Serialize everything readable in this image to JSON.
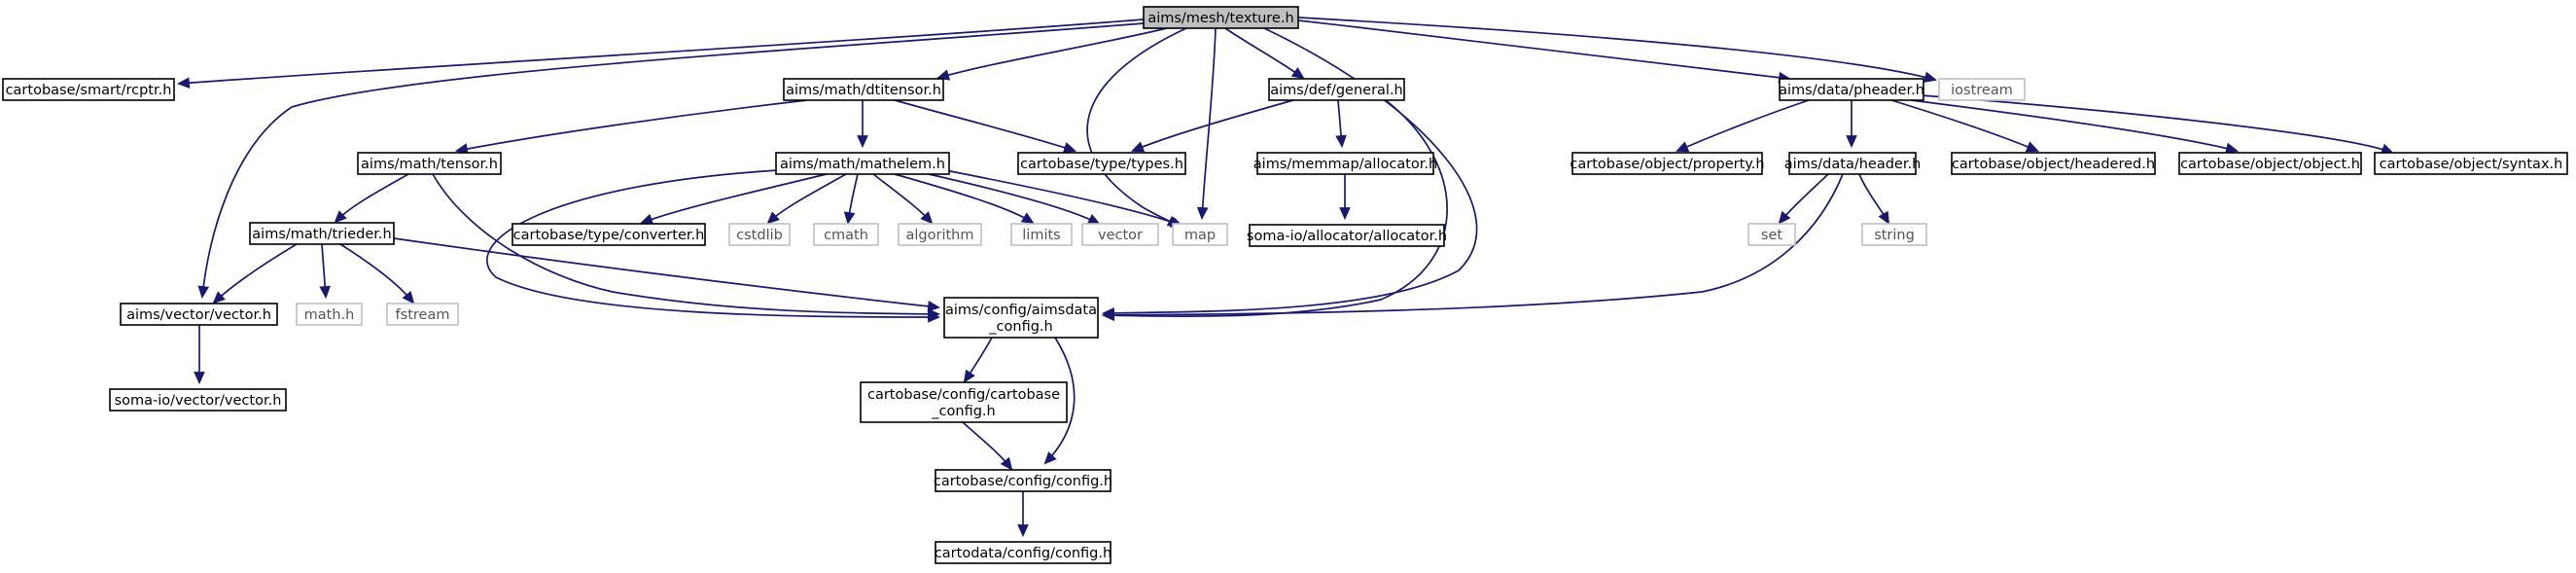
{
  "colors": {
    "edge": "#191970",
    "node_border": "#000000",
    "node_border_external": "#bfbfbf",
    "node_fill_root": "#bfbfbf",
    "node_text": "#000000",
    "node_text_external": "#555555"
  },
  "nodes": [
    {
      "id": "root",
      "lines": [
        "aims/mesh/texture.h"
      ],
      "style": "root"
    },
    {
      "id": "rcptr",
      "lines": [
        "cartobase/smart/rcptr.h"
      ],
      "style": "normal"
    },
    {
      "id": "dtitensor",
      "lines": [
        "aims/math/dtitensor.h"
      ],
      "style": "normal"
    },
    {
      "id": "general",
      "lines": [
        "aims/def/general.h"
      ],
      "style": "normal"
    },
    {
      "id": "pheader",
      "lines": [
        "aims/data/pheader.h"
      ],
      "style": "normal"
    },
    {
      "id": "iostream",
      "lines": [
        "iostream"
      ],
      "style": "external"
    },
    {
      "id": "tensor",
      "lines": [
        "aims/math/tensor.h"
      ],
      "style": "normal"
    },
    {
      "id": "mathelem",
      "lines": [
        "aims/math/mathelem.h"
      ],
      "style": "normal"
    },
    {
      "id": "types",
      "lines": [
        "cartobase/type/types.h"
      ],
      "style": "normal"
    },
    {
      "id": "allocator",
      "lines": [
        "aims/memmap/allocator.h"
      ],
      "style": "normal"
    },
    {
      "id": "property",
      "lines": [
        "cartobase/object/property.h"
      ],
      "style": "normal"
    },
    {
      "id": "header",
      "lines": [
        "aims/data/header.h"
      ],
      "style": "normal"
    },
    {
      "id": "headered",
      "lines": [
        "cartobase/object/headered.h"
      ],
      "style": "normal"
    },
    {
      "id": "object",
      "lines": [
        "cartobase/object/object.h"
      ],
      "style": "normal"
    },
    {
      "id": "syntax",
      "lines": [
        "cartobase/object/syntax.h"
      ],
      "style": "normal"
    },
    {
      "id": "trieder",
      "lines": [
        "aims/math/trieder.h"
      ],
      "style": "normal"
    },
    {
      "id": "converter",
      "lines": [
        "cartobase/type/converter.h"
      ],
      "style": "normal"
    },
    {
      "id": "cstdlib",
      "lines": [
        "cstdlib"
      ],
      "style": "external"
    },
    {
      "id": "cmath",
      "lines": [
        "cmath"
      ],
      "style": "external"
    },
    {
      "id": "algorithm",
      "lines": [
        "algorithm"
      ],
      "style": "external"
    },
    {
      "id": "limits",
      "lines": [
        "limits"
      ],
      "style": "external"
    },
    {
      "id": "vector",
      "lines": [
        "vector"
      ],
      "style": "external"
    },
    {
      "id": "map",
      "lines": [
        "map"
      ],
      "style": "external"
    },
    {
      "id": "somaalloc",
      "lines": [
        "soma-io/allocator/allocator.h"
      ],
      "style": "normal"
    },
    {
      "id": "set",
      "lines": [
        "set"
      ],
      "style": "external"
    },
    {
      "id": "string",
      "lines": [
        "string"
      ],
      "style": "external"
    },
    {
      "id": "aimsvector",
      "lines": [
        "aims/vector/vector.h"
      ],
      "style": "normal"
    },
    {
      "id": "mathh",
      "lines": [
        "math.h"
      ],
      "style": "external"
    },
    {
      "id": "fstream",
      "lines": [
        "fstream"
      ],
      "style": "external"
    },
    {
      "id": "aimsdata",
      "lines": [
        "aims/config/aimsdata",
        "_config.h"
      ],
      "style": "normal"
    },
    {
      "id": "somavector",
      "lines": [
        "soma-io/vector/vector.h"
      ],
      "style": "normal"
    },
    {
      "id": "cartobasecfg",
      "lines": [
        "cartobase/config/cartobase",
        "_config.h"
      ],
      "style": "normal"
    },
    {
      "id": "config",
      "lines": [
        "cartobase/config/config.h"
      ],
      "style": "normal"
    },
    {
      "id": "cartodata",
      "lines": [
        "cartodata/config/config.h"
      ],
      "style": "normal"
    }
  ],
  "edges": [
    {
      "from": "root",
      "to": "rcptr"
    },
    {
      "from": "root",
      "to": "dtitensor"
    },
    {
      "from": "root",
      "to": "general"
    },
    {
      "from": "root",
      "to": "pheader"
    },
    {
      "from": "root",
      "to": "iostream"
    },
    {
      "from": "root",
      "to": "aimsvector"
    },
    {
      "from": "root",
      "to": "map"
    },
    {
      "from": "root",
      "to": "vector"
    },
    {
      "from": "root",
      "to": "aimsdata"
    },
    {
      "from": "dtitensor",
      "to": "tensor"
    },
    {
      "from": "dtitensor",
      "to": "mathelem"
    },
    {
      "from": "dtitensor",
      "to": "types"
    },
    {
      "from": "general",
      "to": "types"
    },
    {
      "from": "general",
      "to": "allocator"
    },
    {
      "from": "general",
      "to": "aimsdata"
    },
    {
      "from": "pheader",
      "to": "property"
    },
    {
      "from": "pheader",
      "to": "header"
    },
    {
      "from": "pheader",
      "to": "headered"
    },
    {
      "from": "pheader",
      "to": "object"
    },
    {
      "from": "pheader",
      "to": "syntax"
    },
    {
      "from": "tensor",
      "to": "trieder"
    },
    {
      "from": "tensor",
      "to": "aimsdata"
    },
    {
      "from": "mathelem",
      "to": "converter"
    },
    {
      "from": "mathelem",
      "to": "cstdlib"
    },
    {
      "from": "mathelem",
      "to": "cmath"
    },
    {
      "from": "mathelem",
      "to": "algorithm"
    },
    {
      "from": "mathelem",
      "to": "limits"
    },
    {
      "from": "mathelem",
      "to": "vector"
    },
    {
      "from": "mathelem",
      "to": "map"
    },
    {
      "from": "mathelem",
      "to": "aimsdata"
    },
    {
      "from": "allocator",
      "to": "somaalloc"
    },
    {
      "from": "header",
      "to": "set"
    },
    {
      "from": "header",
      "to": "string"
    },
    {
      "from": "header",
      "to": "aimsdata"
    },
    {
      "from": "trieder",
      "to": "aimsvector"
    },
    {
      "from": "trieder",
      "to": "mathh"
    },
    {
      "from": "trieder",
      "to": "fstream"
    },
    {
      "from": "trieder",
      "to": "aimsdata"
    },
    {
      "from": "aimsvector",
      "to": "somavector"
    },
    {
      "from": "aimsdata",
      "to": "cartobasecfg"
    },
    {
      "from": "aimsdata",
      "to": "config"
    },
    {
      "from": "cartobasecfg",
      "to": "config"
    },
    {
      "from": "config",
      "to": "cartodata"
    }
  ]
}
